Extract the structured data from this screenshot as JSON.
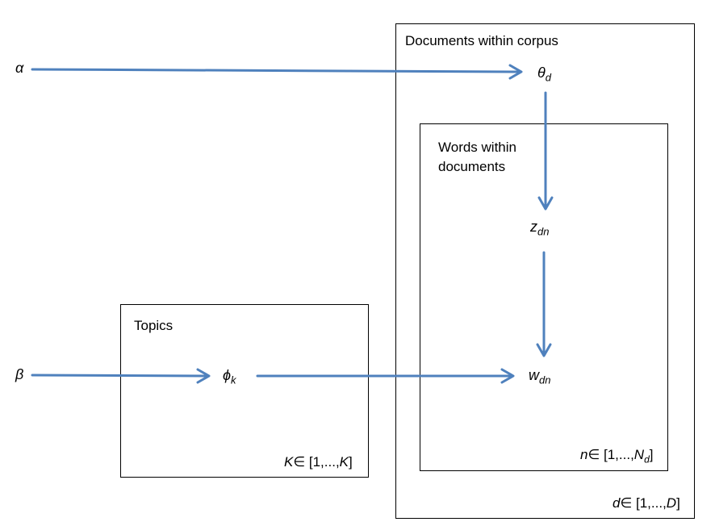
{
  "plates": {
    "documents": {
      "title": "Documents within corpus",
      "range_var": "d",
      "range_text": "∈ [1,...,",
      "range_end": "D",
      "range_close": "]"
    },
    "words": {
      "title_line1": "Words within",
      "title_line2": "documents",
      "range_var": "n",
      "range_text": "∈ [1,...,",
      "range_end": "N",
      "range_sub": "d",
      "range_close": "]"
    },
    "topics": {
      "title": "Topics",
      "range_var": "K",
      "range_text": "∈ [1,...,",
      "range_end": "K",
      "range_close": "]"
    }
  },
  "variables": {
    "alpha": "α",
    "beta": "β",
    "theta": {
      "symbol": "θ",
      "sub": "d"
    },
    "phi": {
      "symbol": "ϕ",
      "sub": "k"
    },
    "z": {
      "symbol": "z",
      "sub": "dn"
    },
    "w": {
      "symbol": "w",
      "sub": "dn"
    }
  },
  "colors": {
    "arrow": "#4f81bd",
    "border": "#000000"
  }
}
